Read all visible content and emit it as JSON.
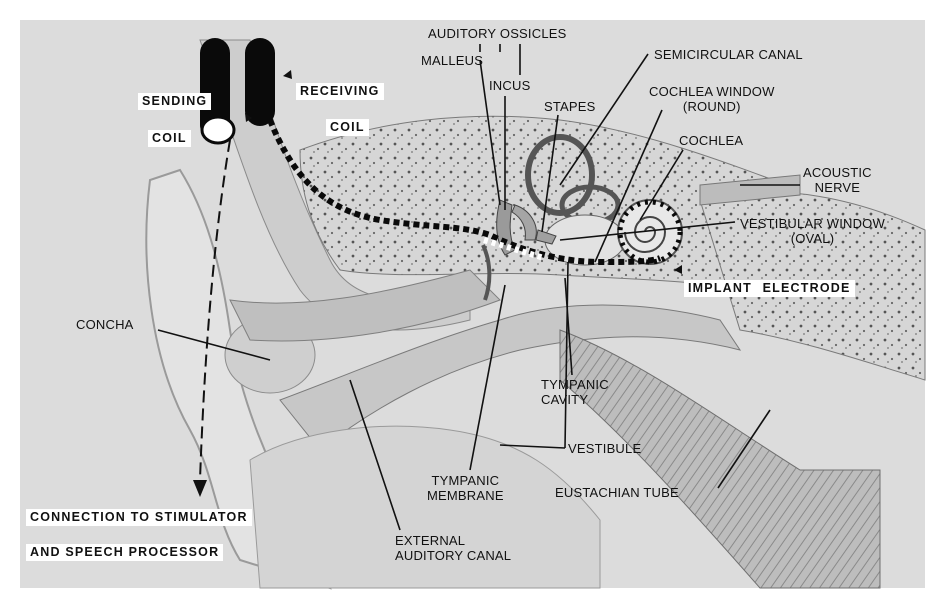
{
  "colors": {
    "paper": "#ffffff",
    "background_gray": "#d9d9d9",
    "tissue": "#c9c9c9",
    "bone": "#e6e6e6",
    "ink": "#111111",
    "coil": "#0a0a0a"
  },
  "labels": {
    "auditory_ossicles": "AUDITORY OSSICLES",
    "malleus": "MALLEUS",
    "incus": "INCUS",
    "stapes": "STAPES",
    "semicircular_canal": "SEMICIRCULAR CANAL",
    "cochlea_window_l1": "COCHLEA WINDOW",
    "cochlea_window_l2": "(ROUND)",
    "cochlea": "COCHLEA",
    "acoustic_nerve_l1": "ACOUSTIC",
    "acoustic_nerve_l2": "NERVE",
    "vestibular_window_l1": "VESTIBULAR WINDOW",
    "vestibular_window_l2": "(OVAL)",
    "sending": "SENDING",
    "sending_coil": "COIL",
    "receiving": "RECEIVING",
    "receiving_coil": "COIL",
    "implant_electrode": "IMPLANT ELECTRODE",
    "concha": "CONCHA",
    "tympanic_cavity_l1": "TYMPANIC",
    "tympanic_cavity_l2": "CAVITY",
    "vestibule": "VESTIBULE",
    "tympanic_membrane_l1": "TYMPANIC",
    "tympanic_membrane_l2": "MEMBRANE",
    "eustachian_tube": "EUSTACHIAN TUBE",
    "external_canal_l1": "EXTERNAL",
    "external_canal_l2": "AUDITORY CANAL",
    "connection_l1": "CONNECTION TO STIMULATOR",
    "connection_l2": "AND SPEECH PROCESSOR"
  }
}
